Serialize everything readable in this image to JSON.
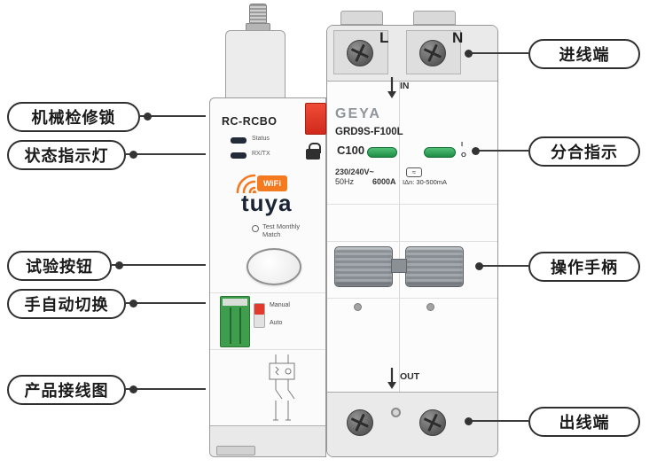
{
  "callouts": {
    "left": [
      {
        "label": "机械检修锁"
      },
      {
        "label": "状态指示灯"
      },
      {
        "label": "试验按钮"
      },
      {
        "label": "手自动切换"
      },
      {
        "label": "产品接线图"
      }
    ],
    "right": [
      {
        "label": "进线端"
      },
      {
        "label": "分合指示"
      },
      {
        "label": "操作手柄"
      },
      {
        "label": "出线端"
      }
    ]
  },
  "device": {
    "left_module": {
      "model": "RC-RCBO",
      "status_led_label": "Status",
      "rxtx_led_label": "RX/TX",
      "wifi_badge": "WiFi",
      "brand": "tuya",
      "note_line1": "Test Monthly",
      "note_line2": "Match",
      "switch_label_top": "Manual",
      "switch_label_bottom": "Auto"
    },
    "right_module": {
      "brand": "GEYA",
      "model": "GRD9S-F100L",
      "rating": "C100",
      "terminal_l": "L",
      "terminal_n": "N",
      "in_label": "IN",
      "out_label": "OUT",
      "voltage": "230/240V~",
      "frequency": "50Hz",
      "breaking_capacity": "6000A",
      "type_symbol": "≈",
      "residual_current": "IΔn: 30-500mA",
      "on_mark": "I",
      "off_mark": "O"
    }
  },
  "colors": {
    "callout_line": "#3b3b3b",
    "lock_red": "#e23b2e",
    "indicator_green": "#2f9e4c",
    "wifi_orange": "#f47a20"
  }
}
